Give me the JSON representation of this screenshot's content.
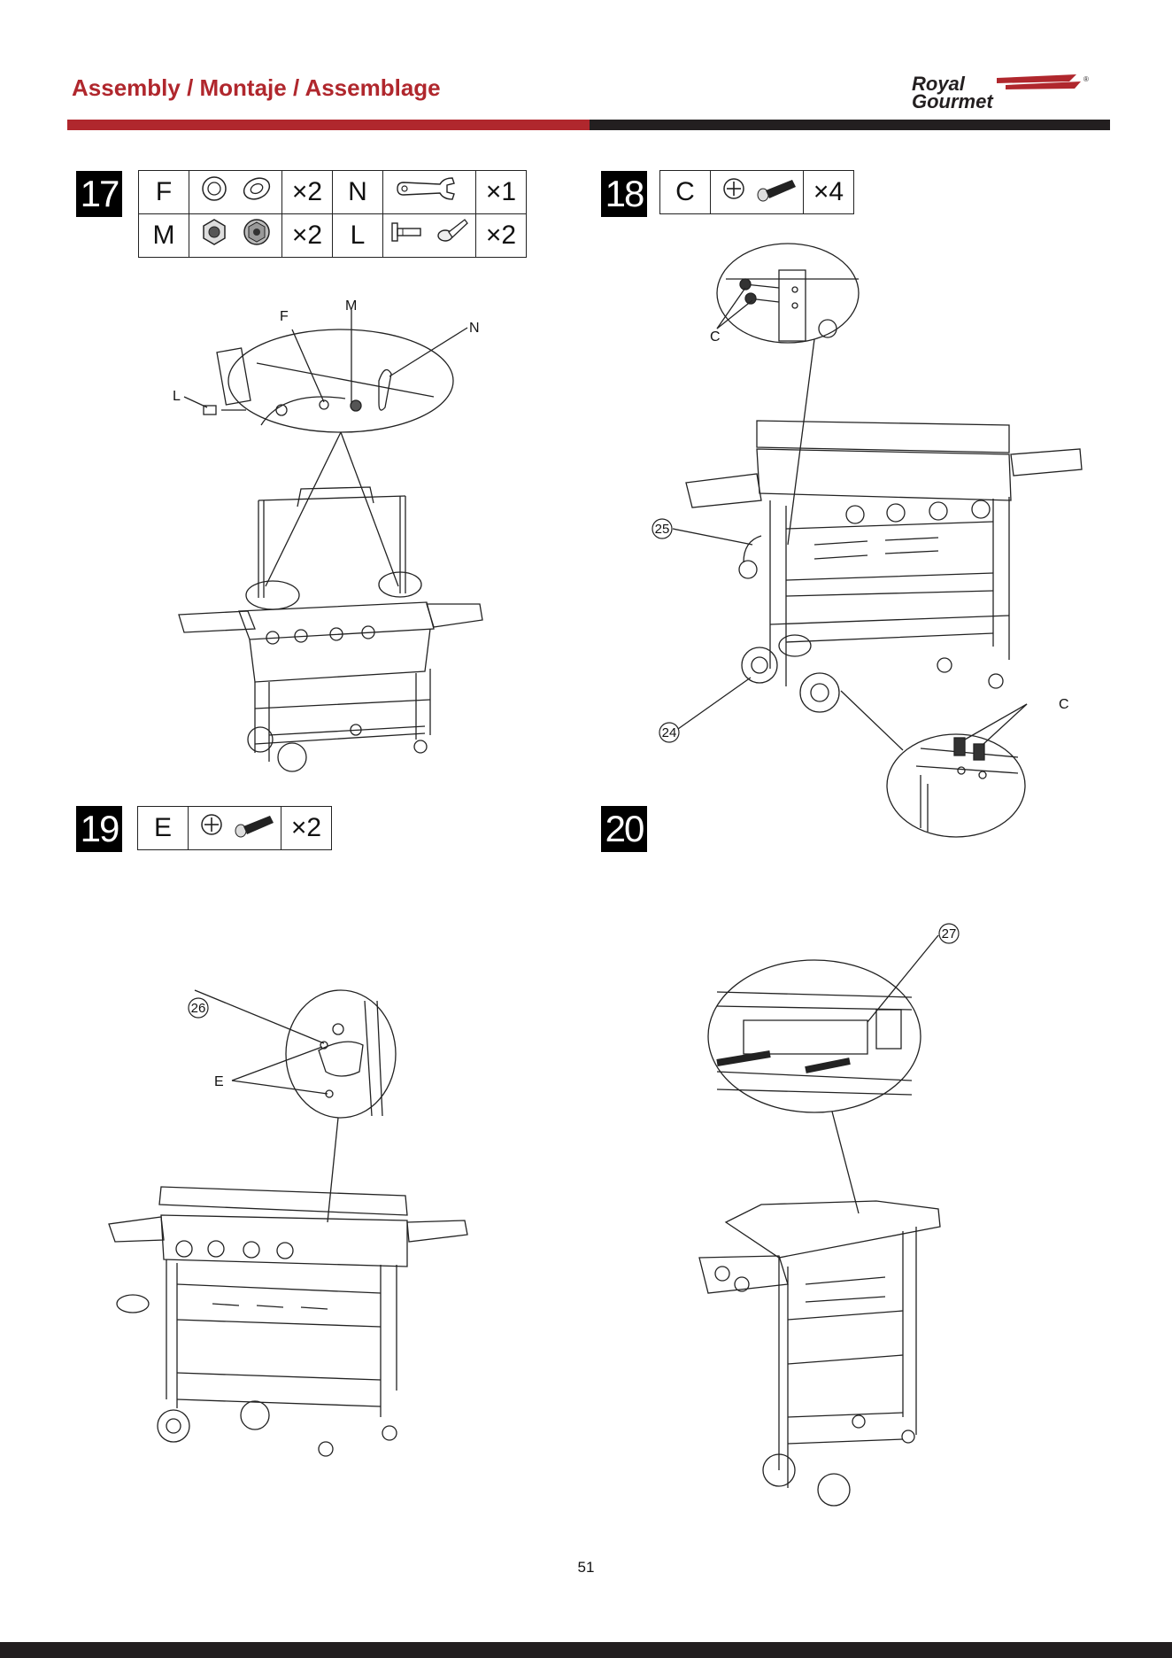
{
  "header": {
    "title": "Assembly / Montaje / Assemblage",
    "brand_logo": "Royal Gourmet",
    "colors": {
      "accent": "#b0272d",
      "dark": "#231f20"
    }
  },
  "steps": [
    {
      "number": "17",
      "parts": [
        {
          "letter": "F",
          "icon": "washer-icon",
          "qty": "×2"
        },
        {
          "letter": "N",
          "icon": "wrench-icon",
          "qty": "×1"
        },
        {
          "letter": "M",
          "icon": "lock-nut-icon",
          "qty": "×2"
        },
        {
          "letter": "L",
          "icon": "hinge-pin-icon",
          "qty": "×2"
        }
      ],
      "labels": [
        "F",
        "M",
        "N",
        "L"
      ]
    },
    {
      "number": "18",
      "parts": [
        {
          "letter": "C",
          "icon": "bolt-icon",
          "qty": "×4"
        }
      ],
      "labels": [
        "C",
        "C"
      ],
      "callouts": [
        "25",
        "24"
      ]
    },
    {
      "number": "19",
      "parts": [
        {
          "letter": "E",
          "icon": "bolt-icon",
          "qty": "×2"
        }
      ],
      "labels": [
        "E"
      ],
      "callouts": [
        "26"
      ]
    },
    {
      "number": "20",
      "parts": [],
      "callouts": [
        "27"
      ]
    }
  ],
  "footer": {
    "page_number": "51"
  }
}
